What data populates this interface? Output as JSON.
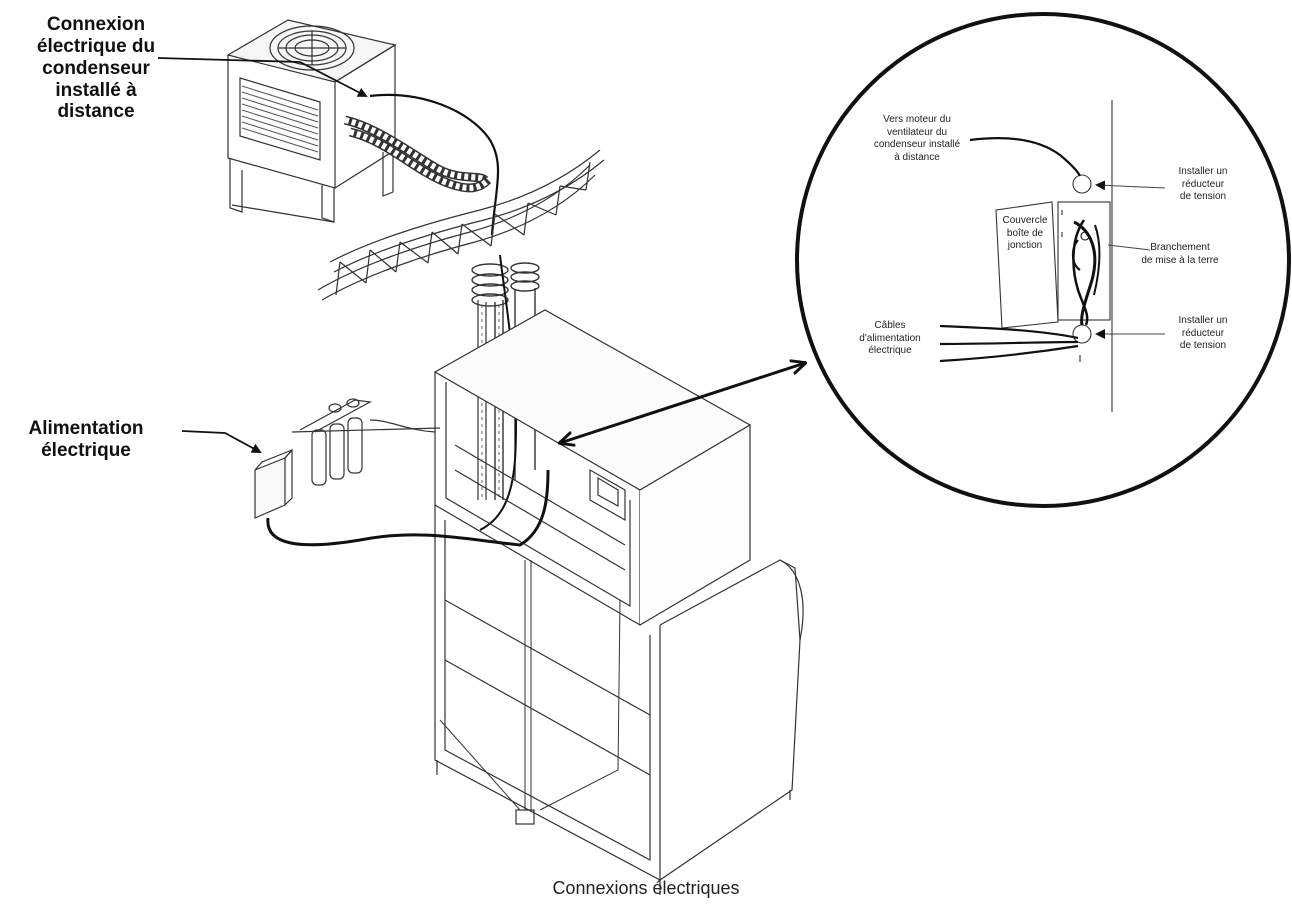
{
  "labels": {
    "remote_condenser": [
      "Connexion",
      "électrique du",
      "condenseur",
      "installé à",
      "distance"
    ],
    "power_supply": [
      "Alimentation",
      "électrique"
    ],
    "fan_motor": [
      "Vers moteur du",
      "ventilateur du",
      "condenseur installé",
      "à distance"
    ],
    "strain_relief_top": [
      "Installer un",
      "réducteur",
      "de tension"
    ],
    "junction_cover": [
      "Couvercle",
      "boîte de",
      "jonction"
    ],
    "ground_connection": [
      "Branchement",
      "de mise à la terre"
    ],
    "power_cables": [
      "Câbles",
      "d'alimentation",
      "électrique"
    ],
    "strain_relief_bottom": [
      "Installer un",
      "réducteur",
      "de tension"
    ]
  },
  "caption": "Connexions électriques"
}
